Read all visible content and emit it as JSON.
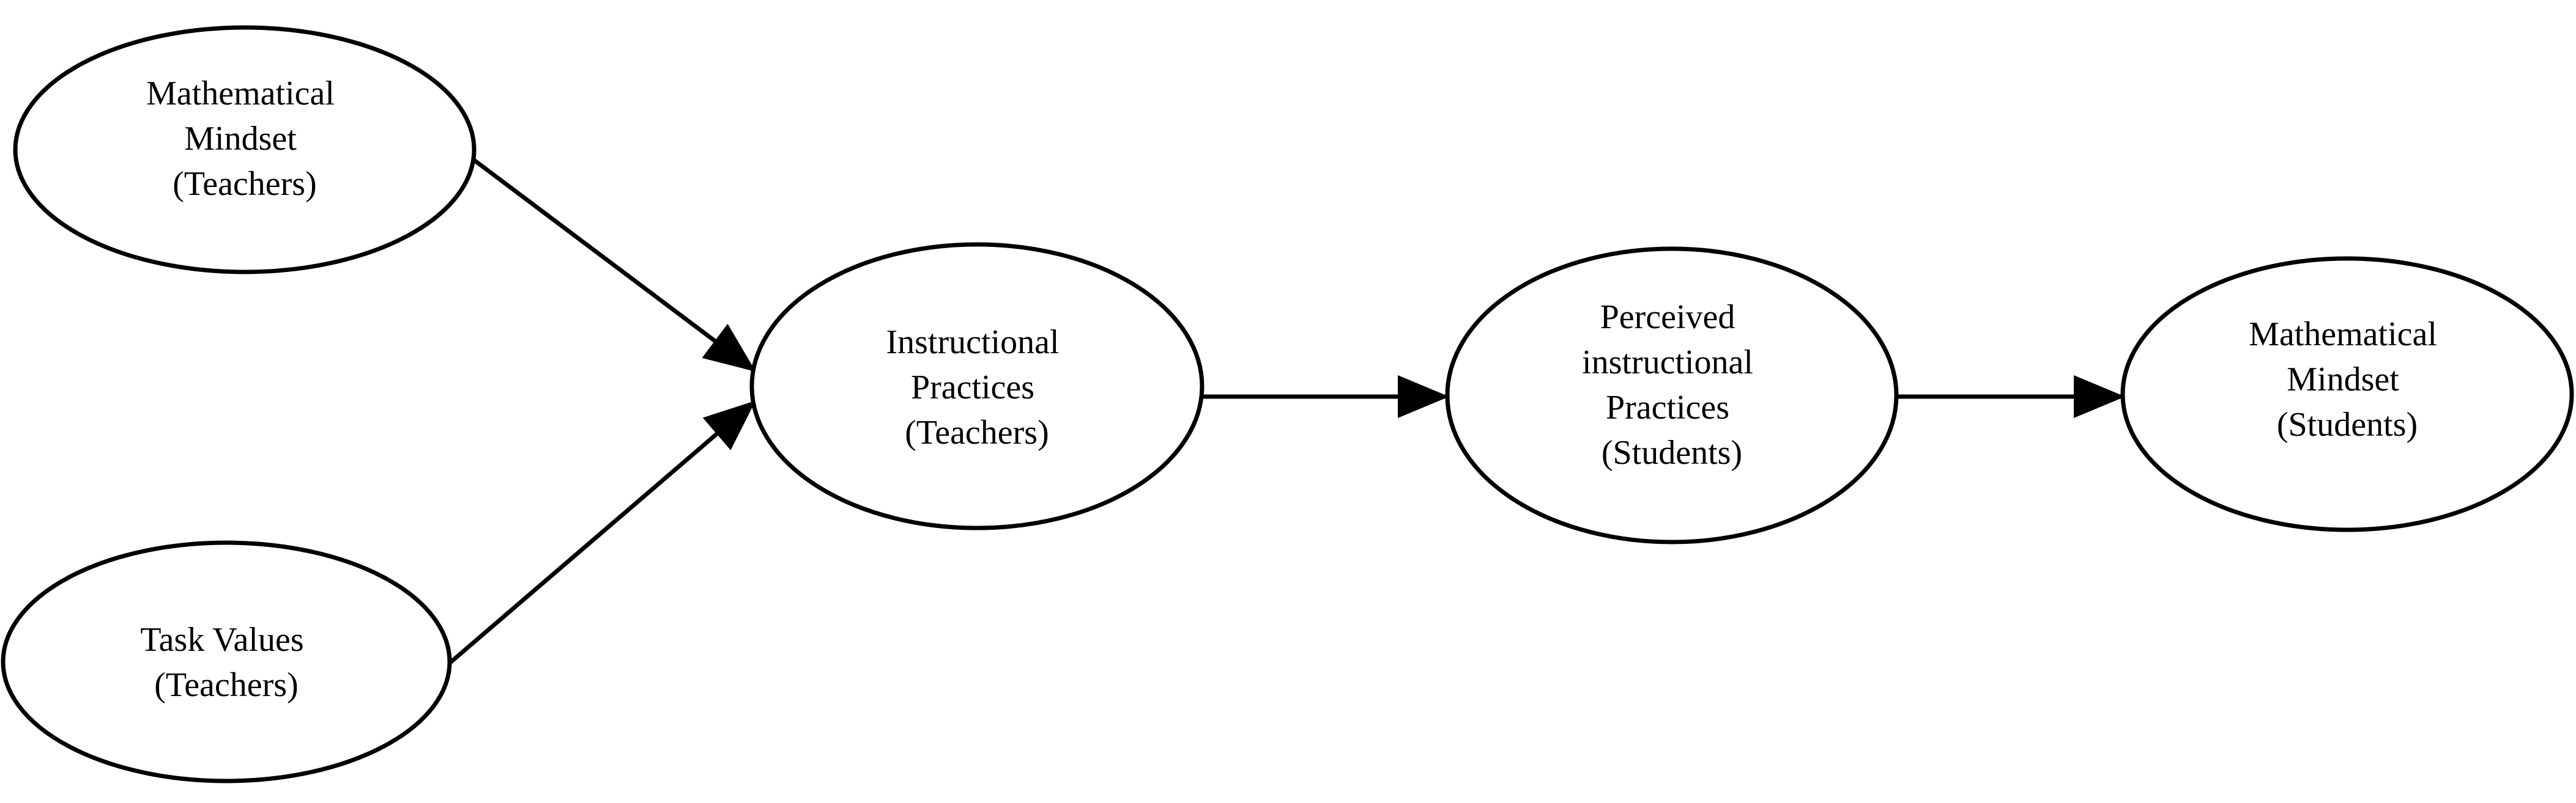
{
  "nodes": [
    {
      "id": "mm_teachers",
      "lines": [
        "Mathematical",
        "Mindset",
        "(Teachers)"
      ]
    },
    {
      "id": "tv_teachers",
      "lines": [
        "Task Values",
        "(Teachers)"
      ]
    },
    {
      "id": "ip_teachers",
      "lines": [
        "Instructional",
        "Practices",
        "(Teachers)"
      ]
    },
    {
      "id": "pip_students",
      "lines": [
        "Perceived",
        "instructional",
        "Practices",
        "(Students)"
      ]
    },
    {
      "id": "mm_students",
      "lines": [
        "Mathematical",
        "Mindset",
        "(Students)"
      ]
    }
  ],
  "edges": [
    {
      "from": "mm_teachers",
      "to": "ip_teachers"
    },
    {
      "from": "tv_teachers",
      "to": "ip_teachers"
    },
    {
      "from": "ip_teachers",
      "to": "pip_students"
    },
    {
      "from": "pip_students",
      "to": "mm_students"
    }
  ],
  "colors": {
    "stroke": "#000000",
    "fill": "#ffffff"
  }
}
